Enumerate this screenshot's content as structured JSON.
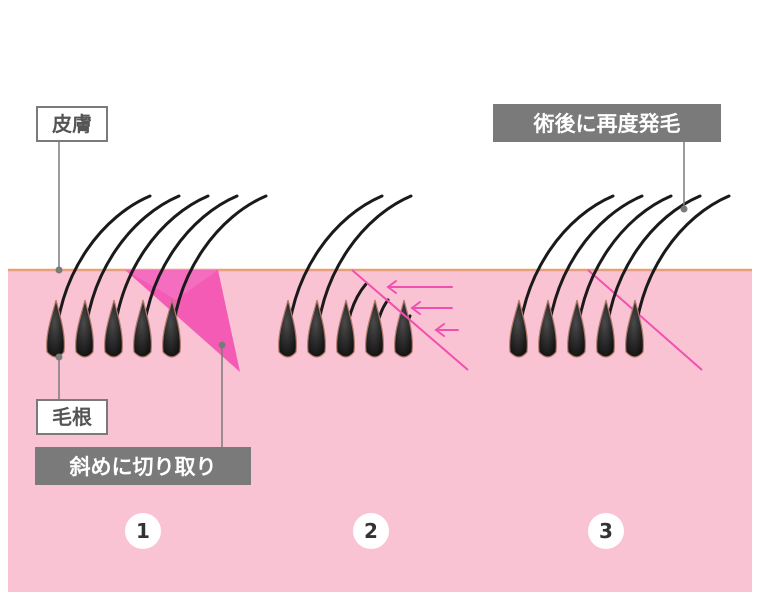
{
  "labels": {
    "skin": "皮膚",
    "hair_root": "毛根",
    "diagonal_cut": "斜めに切り取り",
    "regrowth": "術後に再度発毛"
  },
  "steps": [
    "1",
    "2",
    "3"
  ],
  "colors": {
    "skin_fill": "#f9c3d3",
    "skin_surface": "#e8a07a",
    "cut_pink": "#f250b0",
    "hair": "#1a1a1a",
    "label_dark_bg": "#7a7a7a",
    "label_border": "#7a7a7a"
  },
  "icons": {
    "arrows": "left-arrow",
    "cut_wedge": "triangle"
  }
}
